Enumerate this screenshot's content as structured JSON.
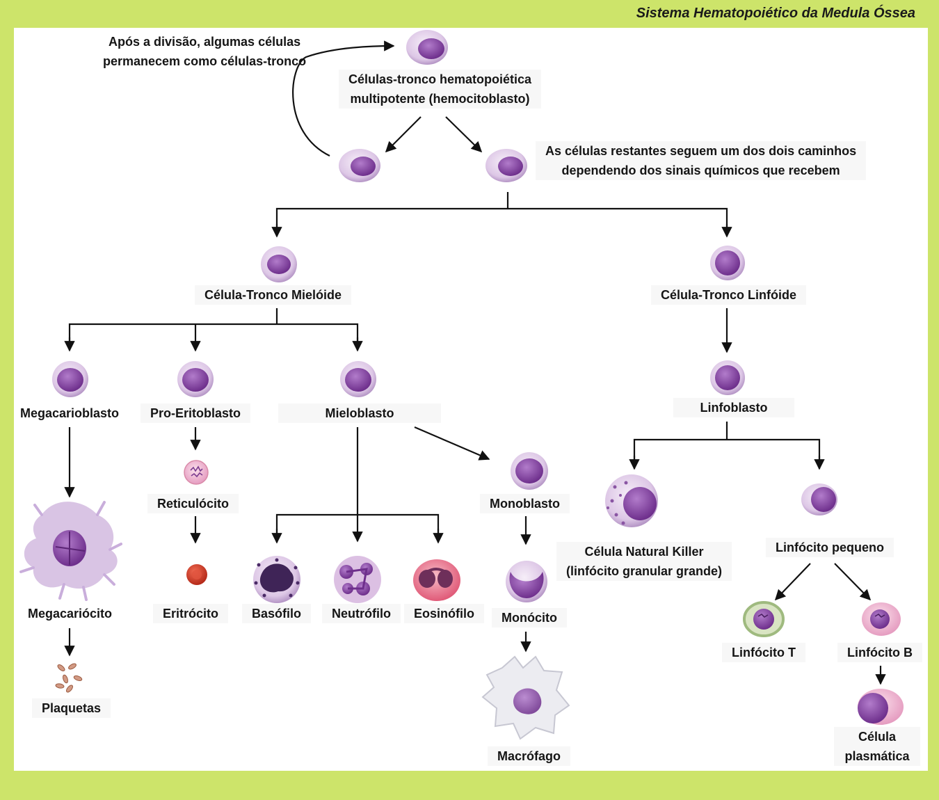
{
  "header": {
    "title": "Sistema Hematopoiético da Medula Óssea"
  },
  "notes": {
    "self_renewal": [
      "Após a divisão, algumas células",
      "permanecem como células-tronco"
    ],
    "pathways": [
      "As células restantes seguem um dos dois caminhos",
      "dependendo dos sinais químicos que recebem"
    ]
  },
  "cells": {
    "hsc": [
      "Células-tronco hematopoiética",
      "multipotente (hemocitoblasto)"
    ],
    "myeloid_stem": "Célula-Tronco Mielóide",
    "lymphoid_stem": "Célula-Tronco Linfóide",
    "megakaryoblast": "Megacarioblasto",
    "proerythroblast": "Pro-Eritoblasto",
    "myeloblast": "Mieloblasto",
    "lymphoblast": "Linfoblasto",
    "reticulocyte": "Reticulócito",
    "monoblast": "Monoblasto",
    "megakaryocyte": "Megacariócito",
    "erythrocyte": "Eritrócito",
    "basophil": "Basófilo",
    "neutrophil": "Neutrófilo",
    "eosinophil": "Eosinófilo",
    "monocyte": "Monócito",
    "platelets": "Plaquetas",
    "macrophage": "Macrófago",
    "nk_cell": [
      "Célula Natural Killer",
      "(linfócito granular grande)"
    ],
    "small_lymphocyte": "Linfócito pequeno",
    "t_lymphocyte": "Linfócito T",
    "b_lymphocyte": "Linfócito B",
    "plasma_cell": [
      "Célula",
      "plasmática"
    ]
  },
  "colors": {
    "background": "#cde46a",
    "panel": "#ffffff",
    "cell_body": "#e7d8ee",
    "nucleus": "#8a45a6",
    "erythrocyte": "#d43f2c",
    "t_lymph_border": "#9fba7f",
    "b_lymph_body": "#f2b8d2"
  }
}
